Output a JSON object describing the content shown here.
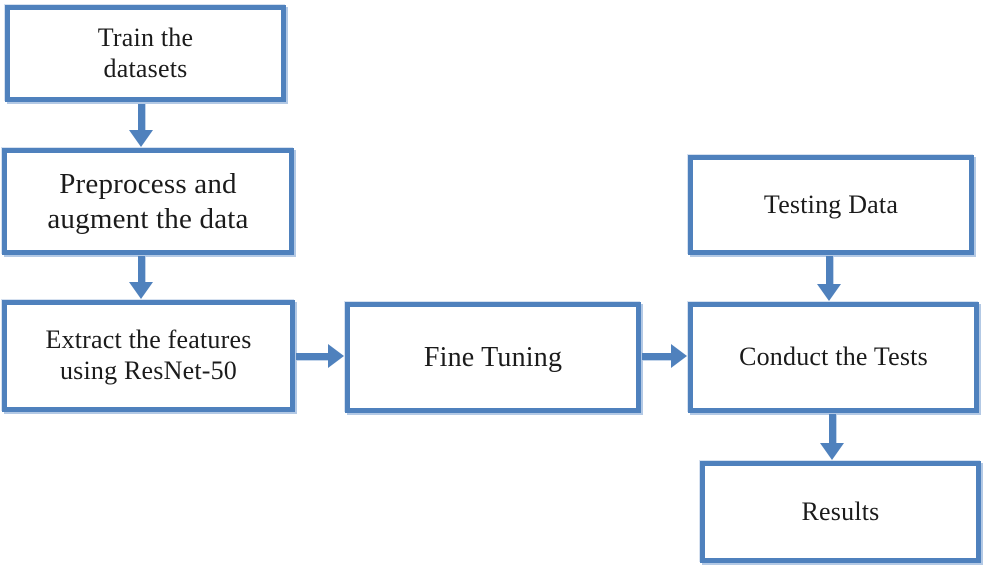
{
  "diagram": {
    "type": "flowchart",
    "background_color": "#FFFFFF",
    "accent_color": "#4F81BD",
    "halo_color": "#B3C9E5",
    "text_color": "#1B1B1B",
    "nodes": [
      {
        "id": "train-datasets",
        "label": "Train the\ndatasets"
      },
      {
        "id": "preprocess-augment",
        "label": "Preprocess and\naugment the data"
      },
      {
        "id": "extract-features",
        "label": "Extract the features\nusing ResNet-50"
      },
      {
        "id": "fine-tuning",
        "label": "Fine Tuning"
      },
      {
        "id": "testing-data",
        "label": "Testing Data"
      },
      {
        "id": "conduct-tests",
        "label": "Conduct the Tests"
      },
      {
        "id": "results",
        "label": "Results"
      }
    ],
    "edges": [
      {
        "from": "train-datasets",
        "to": "preprocess-augment",
        "direction": "down"
      },
      {
        "from": "preprocess-augment",
        "to": "extract-features",
        "direction": "down"
      },
      {
        "from": "extract-features",
        "to": "fine-tuning",
        "direction": "right"
      },
      {
        "from": "fine-tuning",
        "to": "conduct-tests",
        "direction": "right"
      },
      {
        "from": "testing-data",
        "to": "conduct-tests",
        "direction": "down"
      },
      {
        "from": "conduct-tests",
        "to": "results",
        "direction": "down"
      }
    ]
  }
}
